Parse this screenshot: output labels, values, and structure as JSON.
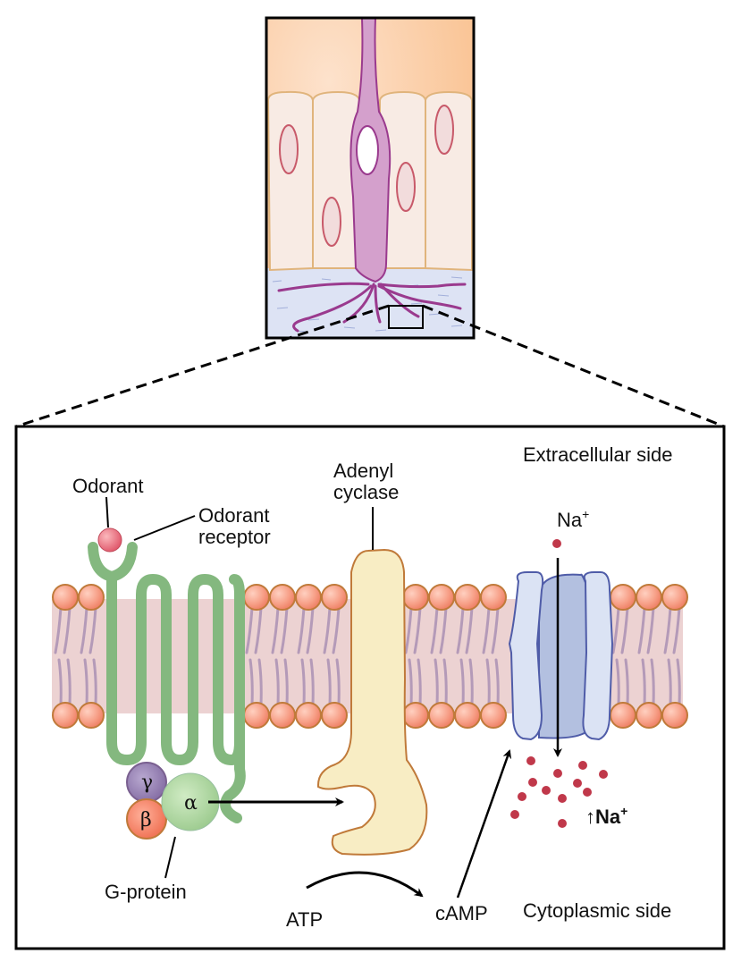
{
  "title": "Olfactory signal transduction",
  "inset": {
    "description": "Olfactory receptor neuron among supporting cells"
  },
  "labels": {
    "extracellular": "Extracellular side",
    "cytoplasmic": "Cytoplasmic side",
    "odorant": "Odorant",
    "odorant_receptor_line1": "Odorant",
    "odorant_receptor_line2": "receptor",
    "adenyl_line1": "Adenyl",
    "adenyl_line2": "cyclase",
    "na_top": "Na",
    "na_top_sup": "+",
    "na_bottom_arrow": "↑",
    "na_bottom": "Na",
    "na_bottom_sup": "+",
    "gamma": "γ",
    "beta": "β",
    "alpha": "α",
    "gprotein": "G-protein",
    "atp": "ATP",
    "camp": "cAMP"
  },
  "colors": {
    "receptor": "#84b87f",
    "lipid_head": "#f59a80",
    "lipid_head_stroke": "#c07a3a",
    "membrane": "#ecd2d2",
    "tail": "#b49ab8",
    "cyclase": "#f8edc4",
    "cyclase_stroke": "#c07a3a",
    "channel_outer": "#dbe3f4",
    "channel_inner": "#b3c0e0",
    "channel_stroke": "#4f5ca8",
    "sodium": "#c0384a",
    "gamma": "#8a74a8",
    "beta": "#f0805e",
    "alpha": "#a8d49a",
    "neuron": "#d4a0cc",
    "neuron_stroke": "#9a3a8e"
  }
}
